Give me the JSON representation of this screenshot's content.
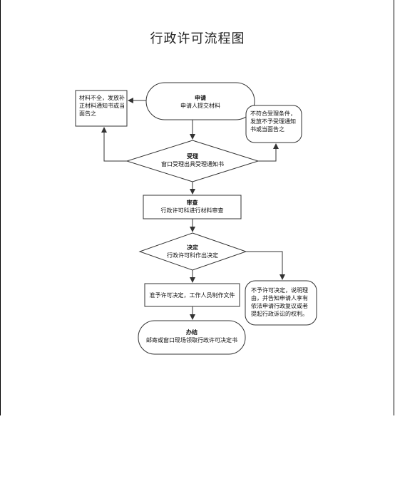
{
  "title": "行政许可流程图",
  "nodes": {
    "apply": {
      "title": "申请",
      "text": "申请人提交材料"
    },
    "incomplete": {
      "text": "材料不全，发放补正材料通知书或当面告之"
    },
    "reject_accept": {
      "text": "不符合受理条件，发放不予受理通知书或当面告之"
    },
    "accept": {
      "title": "受理",
      "text": "窗口受理出具受理通知书"
    },
    "review": {
      "title": "审查",
      "text": "行政许可科进行材料审查"
    },
    "decide": {
      "title": "决定",
      "text": "行政许可科作出决定"
    },
    "grant": {
      "text": "准予许可决定，工作人员制作文件"
    },
    "deny": {
      "text": "不予许可决定，说明理由，并告知申请人享有依法申请行政复议或者提起行政诉讼的权利。"
    },
    "finish": {
      "title": "办结",
      "text": "邮寄或窗口现场领取行政许可决定书"
    }
  }
}
